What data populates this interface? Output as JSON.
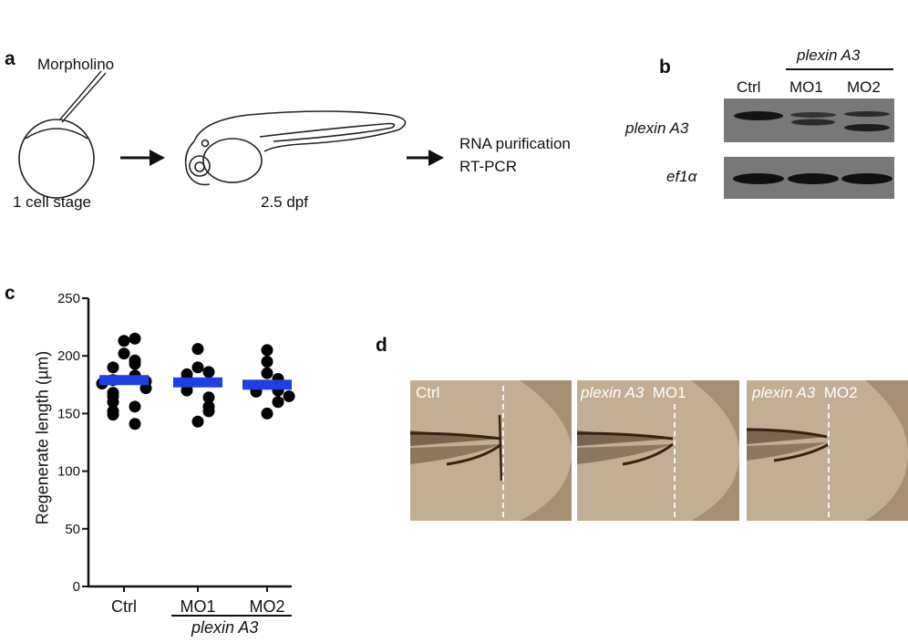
{
  "panel_a": {
    "letter": "a",
    "injection_label": "Morpholino",
    "stage1_label": "1 cell stage",
    "stage2_label": "2.5 dpf",
    "step_line1": "RNA purification",
    "step_line2": "RT-PCR"
  },
  "panel_b": {
    "letter": "b",
    "group_label": "plexin A3",
    "lanes": [
      "Ctrl",
      "MO1",
      "MO2"
    ],
    "rows": [
      "plexin A3",
      "ef1α"
    ]
  },
  "panel_d": {
    "letter": "d",
    "images": [
      {
        "label_italic": "",
        "label_plain": "Ctrl"
      },
      {
        "label_italic": "plexin A3",
        "label_plain": "MO1"
      },
      {
        "label_italic": "plexin A3",
        "label_plain": "MO2"
      }
    ]
  },
  "colors": {
    "mean_bar": "#1f3fe0",
    "dots": "#000000",
    "gel_bg": "#777777",
    "gel_band": "#111111",
    "photo_bg": "#b09a7c"
  },
  "chart_data": {
    "letter": "c",
    "type": "scatter",
    "ylabel": "Regenerate length (µm)",
    "ylim": [
      0,
      250
    ],
    "yticks": [
      0,
      50,
      100,
      150,
      200,
      250
    ],
    "categories": [
      "Ctrl",
      "MO1",
      "MO2"
    ],
    "group_label": "plexin A3",
    "group_members": [
      "MO1",
      "MO2"
    ],
    "series": [
      {
        "category": "Ctrl",
        "mean": 179,
        "values": [
          213,
          215,
          202,
          196,
          193,
          190,
          183,
          181,
          179,
          178,
          176,
          172,
          168,
          165,
          160,
          156,
          152,
          149,
          141
        ]
      },
      {
        "category": "MO1",
        "mean": 177,
        "values": [
          206,
          190,
          186,
          184,
          180,
          177,
          175,
          170,
          164,
          156,
          152,
          143
        ]
      },
      {
        "category": "MO2",
        "mean": 175,
        "values": [
          205,
          195,
          185,
          180,
          172,
          170,
          169,
          165,
          160,
          150
        ]
      }
    ]
  }
}
